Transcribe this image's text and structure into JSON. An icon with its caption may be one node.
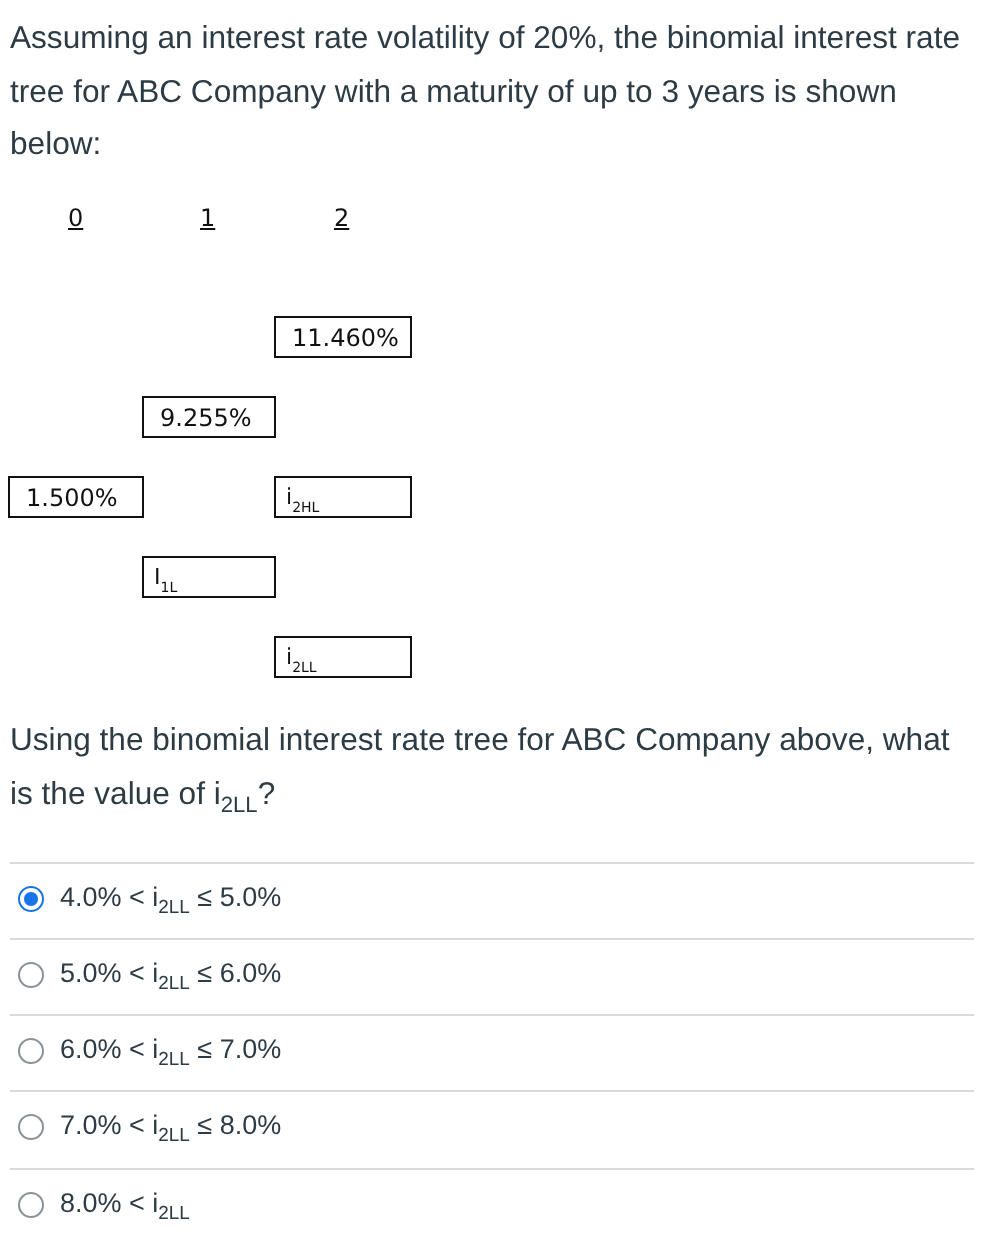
{
  "diagram": {
    "nodes": [
      {
        "text": [
          "11.460%"
        ]
      },
      {
        "text": [
          "9.255%"
        ]
      },
      {
        "text": [
          "1.500%"
        ]
      },
      {
        "text": [
          "i$_{2HL}$"
        ]
      },
      {
        "text": [
          "I$_{1L}$"
        ]
      },
      {
        "text": [
          "i$_{2LL}$"
        ]
      }
    ],
    "labels": [
      "Assuming an interest rate volatility of 20%, the binomial interest rate tree for ABC Company with a maturity of up to 3 years is shown below:",
      "0",
      "1",
      "2",
      "Using the binomial interest rate tree for ABC Company above, what is the value of i$_{2LL}$?",
      "4.0% < i$_{2LL}$ ≤ 5.0%",
      "5.0% < i$_{2LL}$ ≤ 6.0%",
      "6.0% < i$_{2LL}$ ≤ 7.0%",
      "7.0% < i$_{2LL}$ ≤ 8.0%",
      "8.0% < i$_{2LL}$"
    ]
  }
}
